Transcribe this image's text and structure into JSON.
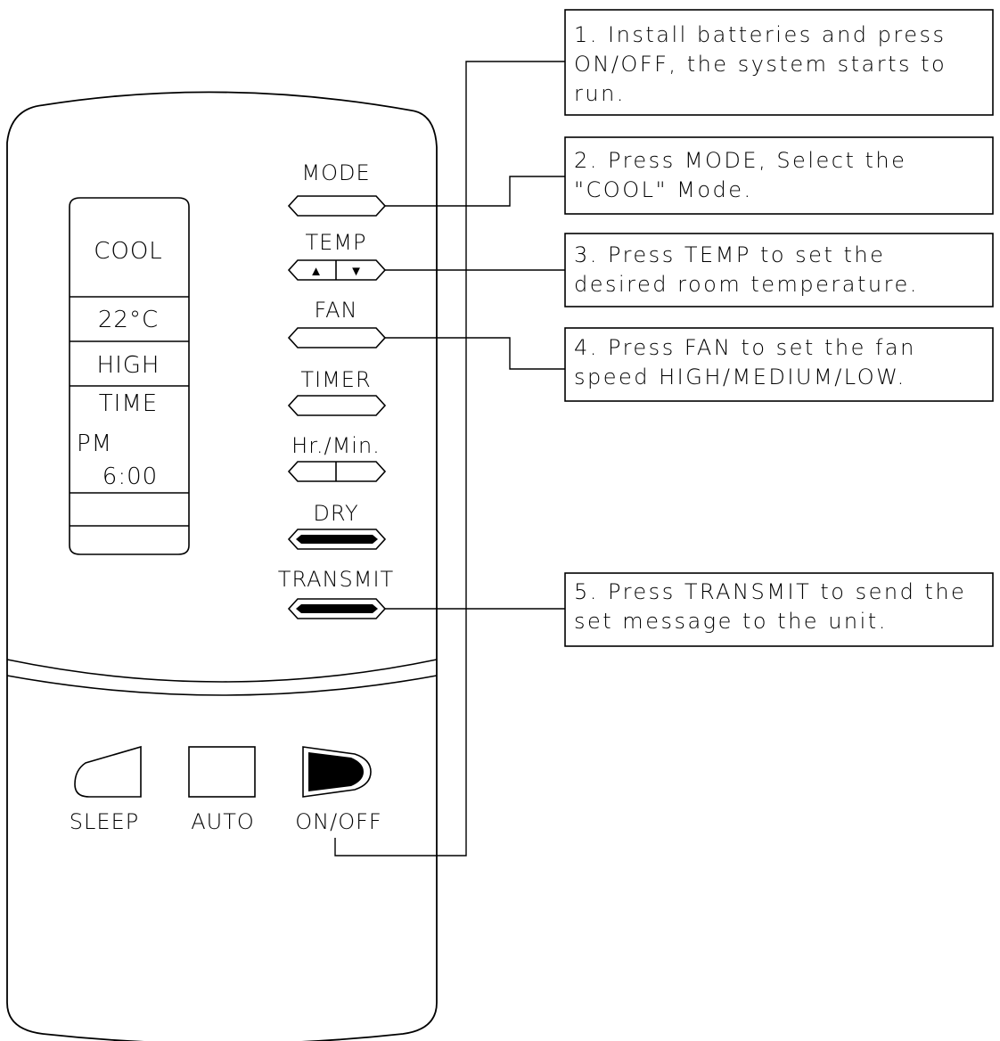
{
  "display": {
    "mode": "COOL",
    "temperature": "22°C",
    "fan_speed": "HIGH",
    "time_label": "TIME",
    "ampm": "PM",
    "time": "6:00"
  },
  "buttons": {
    "mode": "MODE",
    "temp": "TEMP",
    "temp_up": "▲",
    "temp_down": "▼",
    "fan": "FAN",
    "timer": "TIMER",
    "hr_min": "Hr./Min.",
    "dry": "DRY",
    "transmit": "TRANSMIT",
    "sleep": "SLEEP",
    "auto": "AUTO",
    "on_off": "ON/OFF"
  },
  "notes": [
    {
      "lines": [
        "1. Install batteries and press",
        "ON/OFF, the system starts to",
        "run."
      ]
    },
    {
      "lines": [
        "2. Press MODE, Select the",
        "\"COOL\" Mode."
      ]
    },
    {
      "lines": [
        "3. Press TEMP to set the",
        "desired room temperature."
      ]
    },
    {
      "lines": [
        "4. Press FAN to set the fan",
        "speed HIGH/MEDIUM/LOW."
      ]
    },
    {
      "lines": [
        "5. Press TRANSMIT to send the",
        "set message to the unit."
      ]
    }
  ]
}
